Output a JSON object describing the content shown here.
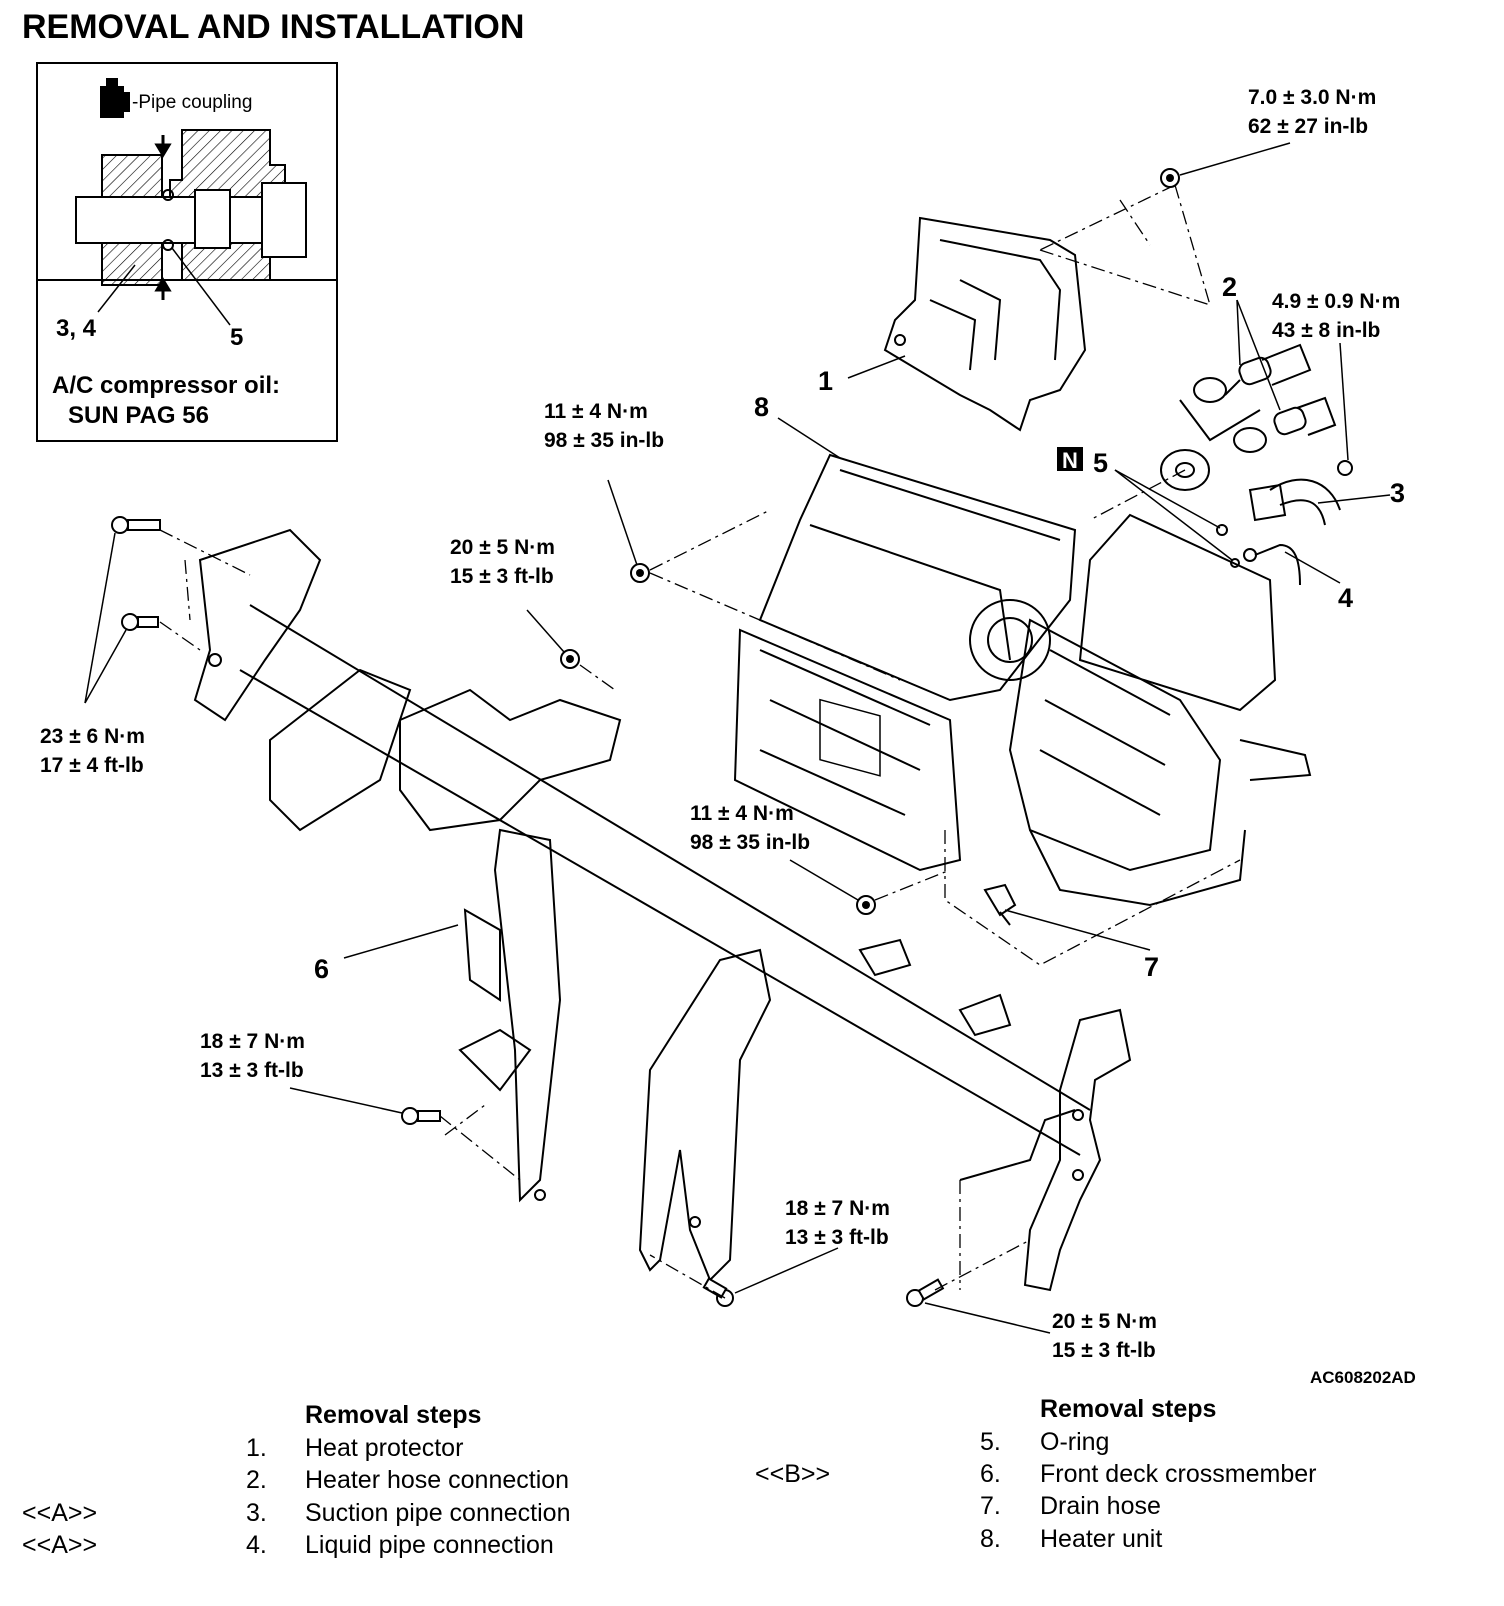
{
  "title": "REMOVAL AND INSTALLATION",
  "inset": {
    "pipe_coupling": "-Pipe coupling",
    "label_34": "3, 4",
    "label_5": "5",
    "oil_line1": "A/C compressor oil:",
    "oil_line2": "SUN PAG 56"
  },
  "callouts": {
    "c1": "1",
    "c2": "2",
    "c3": "3",
    "c4": "4",
    "c5": "5",
    "c6": "6",
    "c7": "7",
    "c8": "8",
    "n_badge": "N"
  },
  "torque_specs": [
    {
      "line1": "7.0 ± 3.0 N·m",
      "line2": "62 ± 27 in-lb"
    },
    {
      "line1": "4.9 ± 0.9 N·m",
      "line2": "43 ± 8 in-lb"
    },
    {
      "line1": "11 ± 4 N·m",
      "line2": "98 ± 35 in-lb"
    },
    {
      "line1": "20 ± 5 N·m",
      "line2": "15 ± 3 ft-lb"
    },
    {
      "line1": "23 ± 6 N·m",
      "line2": "17 ± 4 ft-lb"
    },
    {
      "line1": "11 ± 4 N·m",
      "line2": "98 ± 35 in-lb"
    },
    {
      "line1": "18 ± 7 N·m",
      "line2": "13 ± 3 ft-lb"
    },
    {
      "line1": "18 ± 7 N·m",
      "line2": "13 ± 3 ft-lb"
    },
    {
      "line1": "20 ± 5 N·m",
      "line2": "15 ± 3 ft-lb"
    }
  ],
  "figure_code": "AC608202AD",
  "steps_left": {
    "heading": "Removal steps",
    "items": [
      {
        "ref": "",
        "num": "1.",
        "text": "Heat protector"
      },
      {
        "ref": "",
        "num": "2.",
        "text": "Heater hose connection"
      },
      {
        "ref": "<<A>>",
        "num": "3.",
        "text": "Suction pipe connection"
      },
      {
        "ref": "<<A>>",
        "num": "4.",
        "text": "Liquid pipe connection"
      }
    ]
  },
  "steps_right": {
    "heading": "Removal steps",
    "items": [
      {
        "ref": "",
        "num": "5.",
        "text": "O-ring"
      },
      {
        "ref": "<<B>>",
        "num": "6.",
        "text": "Front deck crossmember"
      },
      {
        "ref": "",
        "num": "7.",
        "text": "Drain hose"
      },
      {
        "ref": "",
        "num": "8.",
        "text": "Heater unit"
      }
    ]
  }
}
